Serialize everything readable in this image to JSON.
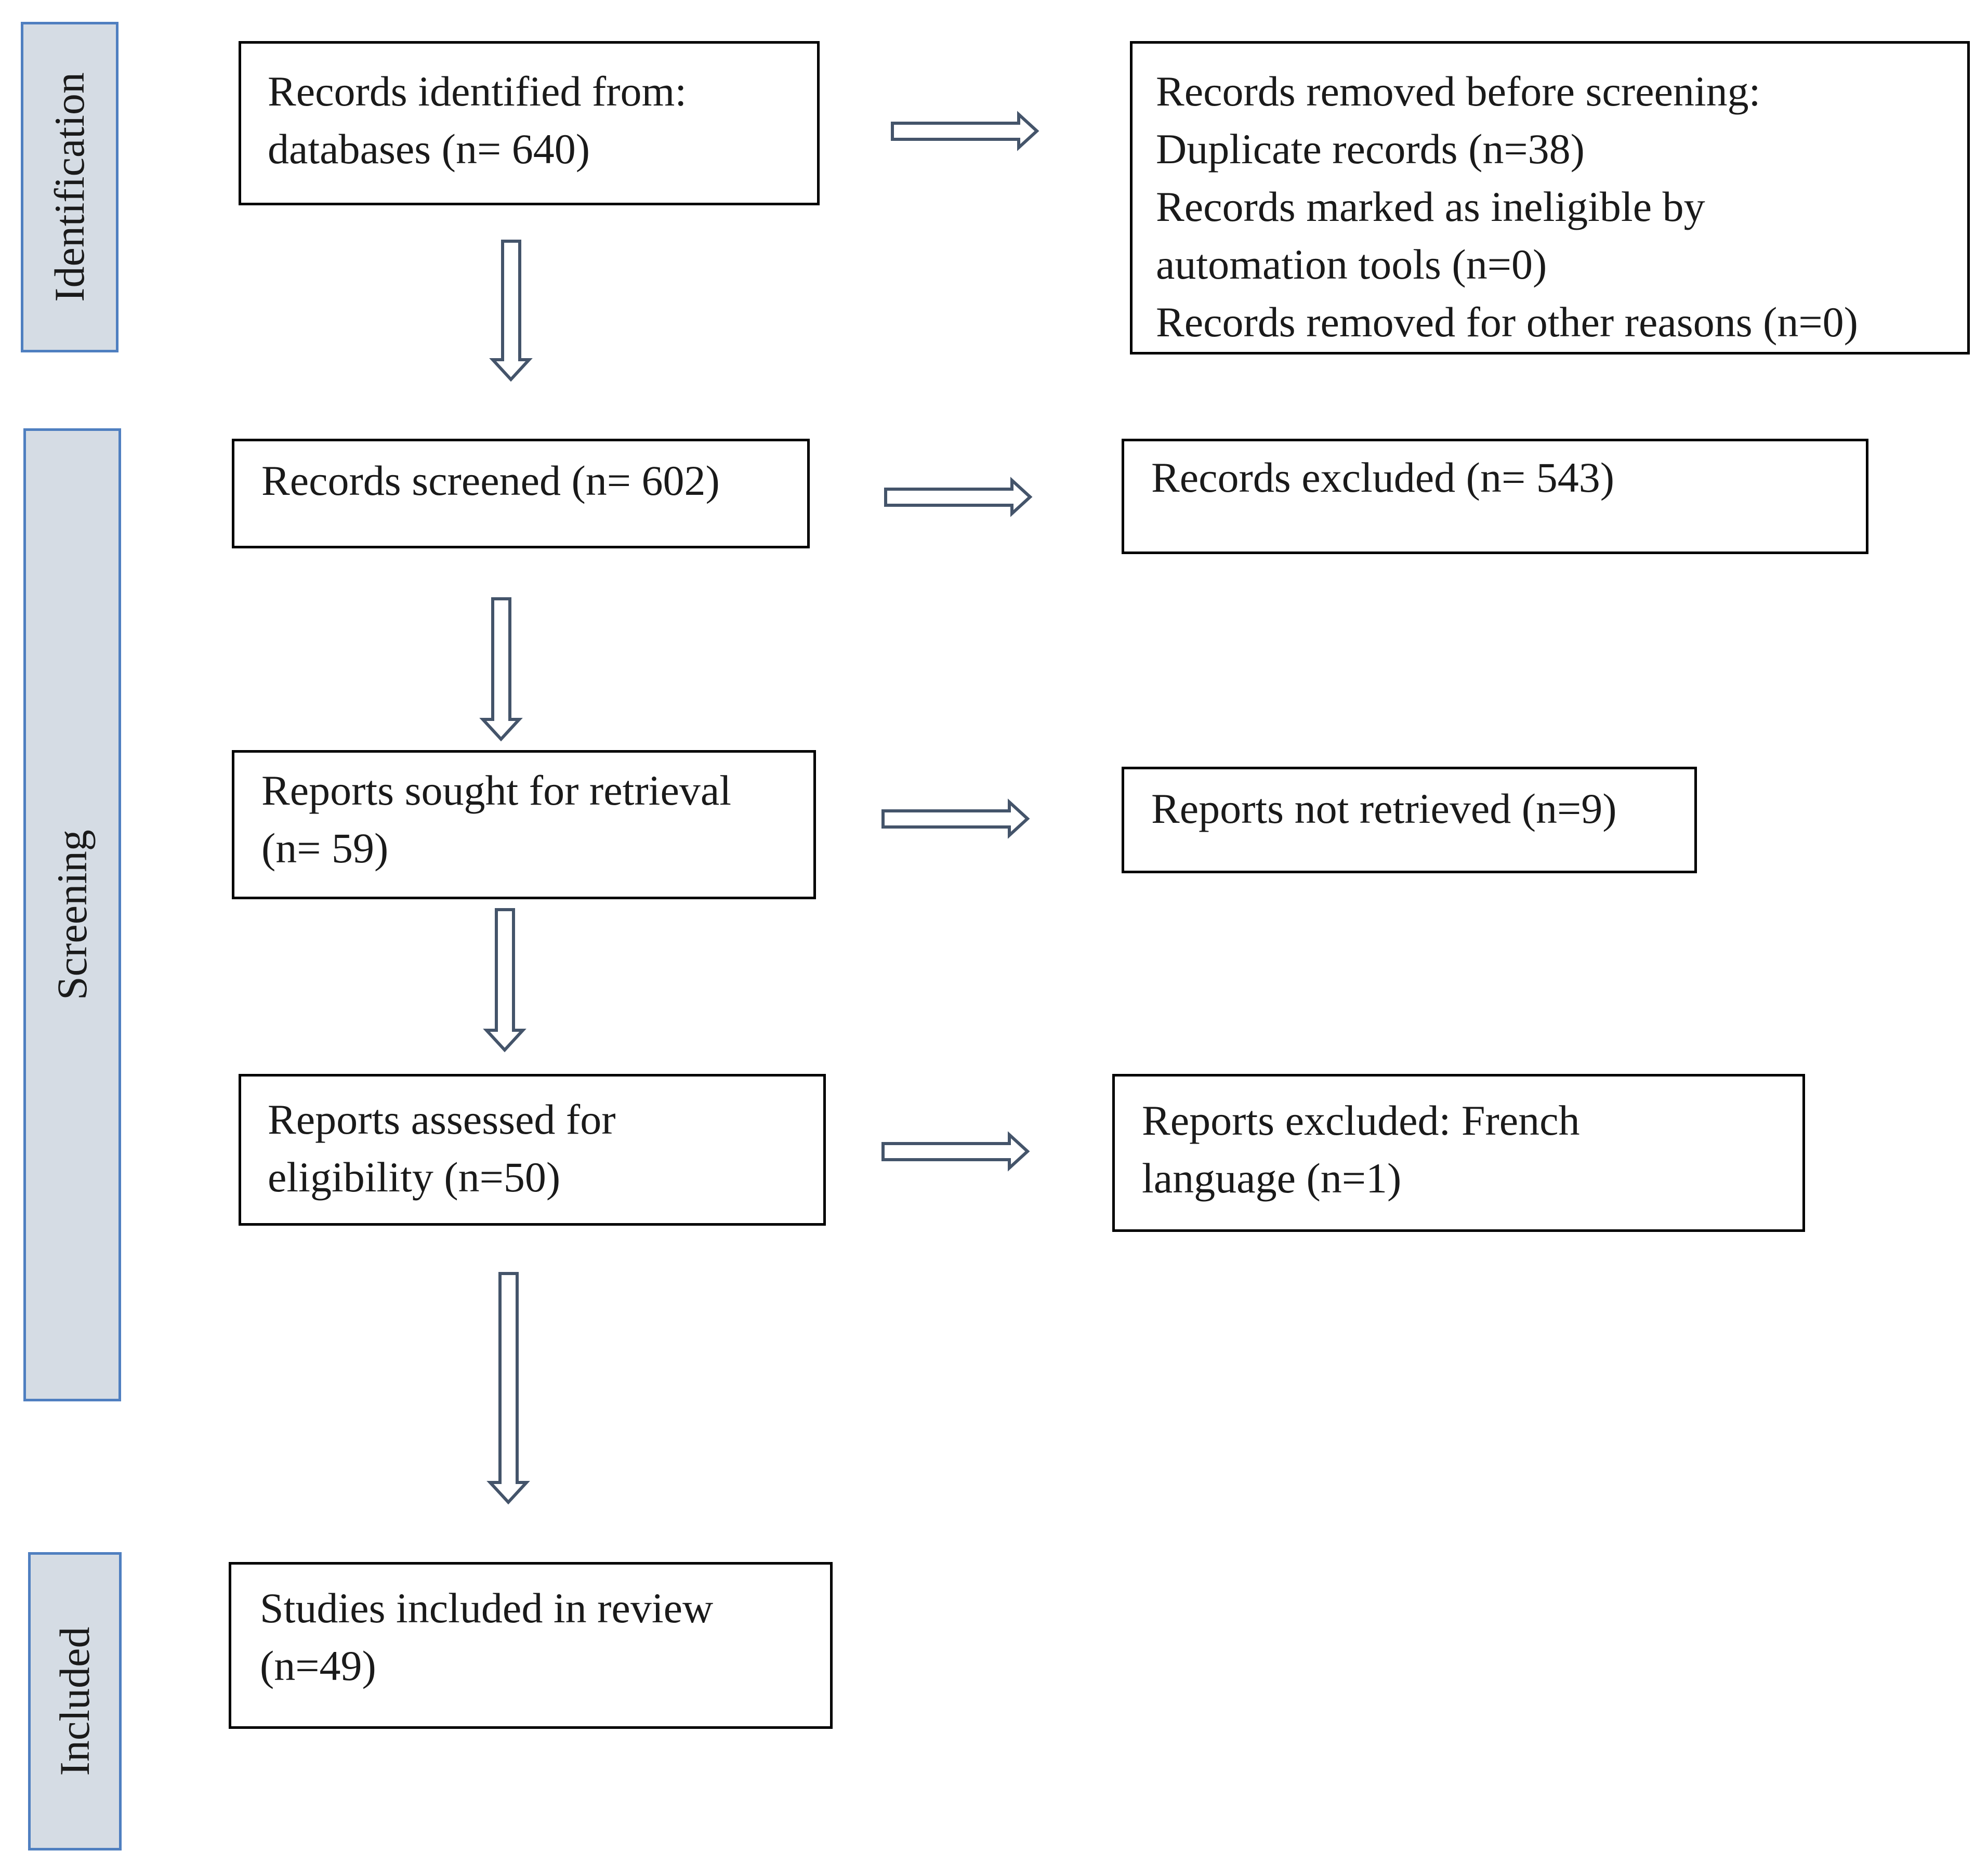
{
  "phases": {
    "identification": "Identification",
    "screening": "Screening",
    "included": "Included"
  },
  "identification": {
    "records_identified": [
      "Records identified from:",
      "databases (n= 640)"
    ],
    "removed_before_screening": [
      "Records removed before screening:",
      "Duplicate records (n=38)",
      "Records marked as ineligible by",
      "automation tools (n=0)",
      "Records removed for other reasons (n=0)"
    ]
  },
  "screening": {
    "records_screened": [
      "Records screened (n= 602)"
    ],
    "records_excluded": [
      "Records excluded (n= 543)"
    ],
    "reports_sought": [
      "Reports sought for retrieval",
      "(n= 59)"
    ],
    "reports_not_retrieved": [
      "Reports not retrieved (n=9)"
    ],
    "reports_assessed": [
      "Reports assessed for",
      "eligibility (n=50)"
    ],
    "reports_excluded": [
      "Reports excluded: French",
      "language (n=1)"
    ]
  },
  "included": {
    "studies_included": [
      "Studies included in review",
      "(n=49)"
    ]
  },
  "colors": {
    "phase_fill": "#d5dce4",
    "phase_border": "#4f7fc0",
    "arrow_stroke": "#44546a",
    "box_border": "#000000"
  }
}
